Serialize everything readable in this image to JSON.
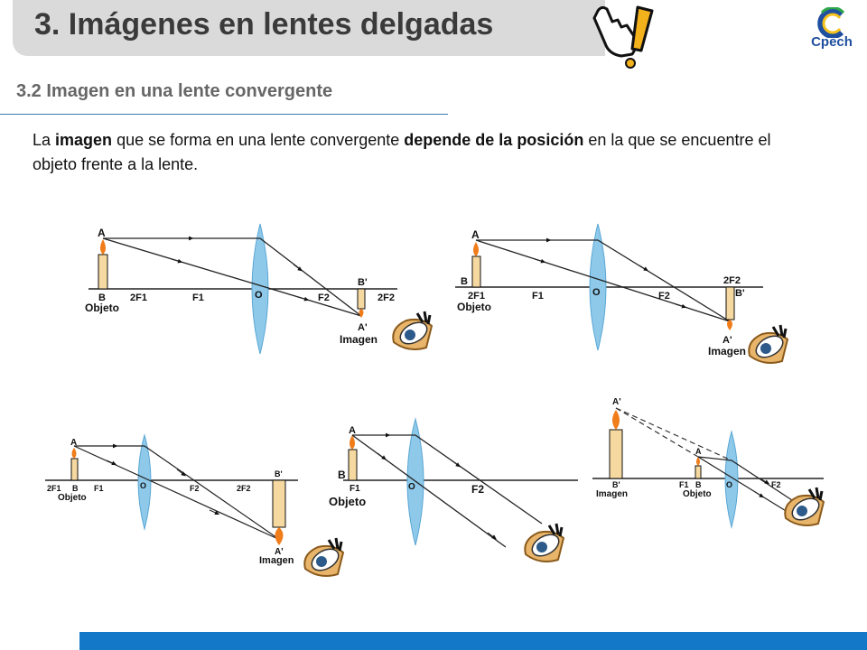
{
  "header": {
    "title": "3. Imágenes en lentes delgadas",
    "subtitle": "3.2 Imagen en una lente convergente",
    "logo_text": "Cpech"
  },
  "intro": {
    "part1": "La ",
    "bold1": "imagen",
    "part2": " que se forma en una lente convergente ",
    "bold2": "depende de la posición",
    "part3": " en la que se encuentre el objeto frente a la lente."
  },
  "diagram_labels": {
    "A": "A",
    "B": "B",
    "A_prime": "A'",
    "B_prime": "B'",
    "O": "O",
    "F1": "F1",
    "F2": "F2",
    "twoF1": "2F1",
    "twoF2": "2F2",
    "objeto": "Objeto",
    "imagen": "Imagen"
  },
  "colors": {
    "title_bg": "#dadada",
    "accent_line": "#3b7bb0",
    "bottom_bar": "#1478c8",
    "lens": "#8ec9ea",
    "flame": "#f07c1a",
    "candle": "#f6d9a0"
  }
}
